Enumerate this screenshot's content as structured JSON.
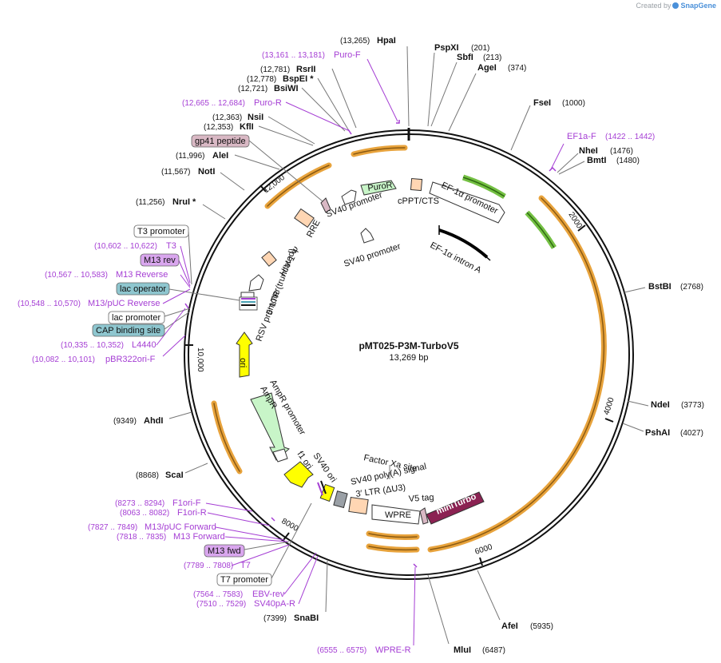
{
  "credit": {
    "prefix": "Created by",
    "brand": "SnapGene"
  },
  "plasmid": {
    "name": "pMT025-P3M-TurboV5",
    "size": "13,269 bp",
    "total_bp": 13269
  },
  "ticks": [
    "2000",
    "4000",
    "6000",
    "8000",
    "10,000",
    "12,000"
  ],
  "enzymes": [
    {
      "name": "HpaI",
      "pos": "(13,265)"
    },
    {
      "name": "PspXI",
      "pos": "(201)"
    },
    {
      "name": "SbfI",
      "pos": "(213)"
    },
    {
      "name": "AgeI",
      "pos": "(374)"
    },
    {
      "name": "FseI",
      "pos": "(1000)"
    },
    {
      "name": "NheI",
      "pos": "(1476)"
    },
    {
      "name": "BmtI",
      "pos": "(1480)"
    },
    {
      "name": "BstBI",
      "pos": "(2768)"
    },
    {
      "name": "NdeI",
      "pos": "(3773)"
    },
    {
      "name": "PshAI",
      "pos": "(4027)"
    },
    {
      "name": "AfeI",
      "pos": "(5935)"
    },
    {
      "name": "MluI",
      "pos": "(6487)"
    },
    {
      "name": "SnaBI",
      "pos": "(7399)"
    },
    {
      "name": "ScaI",
      "pos": "(8868)"
    },
    {
      "name": "AhdI",
      "pos": "(9349)"
    },
    {
      "name": "NruI *",
      "pos": "(11,256)"
    },
    {
      "name": "NotI",
      "pos": "(11,567)"
    },
    {
      "name": "AleI",
      "pos": "(11,996)"
    },
    {
      "name": "KflI",
      "pos": "(12,353)"
    },
    {
      "name": "NsiI",
      "pos": "(12,363)"
    },
    {
      "name": "BsiWI",
      "pos": "(12,721)"
    },
    {
      "name": "BspEI *",
      "pos": "(12,778)"
    },
    {
      "name": "RsrII",
      "pos": "(12,781)"
    }
  ],
  "primers": [
    {
      "name": "Puro-F",
      "pos": "(13,161 .. 13,181)"
    },
    {
      "name": "Puro-R",
      "pos": "(12,665 .. 12,684)"
    },
    {
      "name": "EF1a-F",
      "pos": "(1422 .. 1442)"
    },
    {
      "name": "T3",
      "pos": "(10,602 .. 10,622)"
    },
    {
      "name": "M13 Reverse",
      "pos": "(10,567 .. 10,583)"
    },
    {
      "name": "M13/pUC Reverse",
      "pos": "(10,548 .. 10,570)"
    },
    {
      "name": "L4440",
      "pos": "(10,335 .. 10,352)"
    },
    {
      "name": "pBR322ori-F",
      "pos": "(10,082 .. 10,101)"
    },
    {
      "name": "F1ori-F",
      "pos": "(8273 .. 8294)"
    },
    {
      "name": "F1ori-R",
      "pos": "(8063 .. 8082)"
    },
    {
      "name": "M13/pUC Forward",
      "pos": "(7827 .. 7849)"
    },
    {
      "name": "M13 Forward",
      "pos": "(7818 .. 7835)"
    },
    {
      "name": "T7",
      "pos": "(7789 .. 7808)"
    },
    {
      "name": "EBV-rev",
      "pos": "(7564 .. 7583)"
    },
    {
      "name": "SV40pA-R",
      "pos": "(7510 .. 7529)"
    },
    {
      "name": "WPRE-R",
      "pos": "(6555 .. 6575)"
    }
  ],
  "boxed_labels": [
    {
      "text": "gp41 peptide",
      "color": "#d9b8c4"
    },
    {
      "text": "T3 promoter",
      "color": "#ffffff"
    },
    {
      "text": "M13 rev",
      "color": "#d9a6ee"
    },
    {
      "text": "lac operator",
      "color": "#8ec6cf"
    },
    {
      "text": "lac promoter",
      "color": "#ffffff"
    },
    {
      "text": "CAP binding site",
      "color": "#8ec6cf"
    },
    {
      "text": "M13 fwd",
      "color": "#d9a6ee"
    },
    {
      "text": "T7 promoter",
      "color": "#ffffff"
    }
  ],
  "features": [
    {
      "label": "PuroR"
    },
    {
      "label": "cPPT/CTS"
    },
    {
      "label": "SV40 promoter"
    },
    {
      "label": "EF-1α promoter"
    },
    {
      "label": "EF-1α intron A"
    },
    {
      "label": "SV40 promoter"
    },
    {
      "label": "RRE"
    },
    {
      "label": "HIV-1 Ψ"
    },
    {
      "label": "RSV promoter"
    },
    {
      "label": "5′ LTR (truncated)"
    },
    {
      "label": "ori"
    },
    {
      "label": "AmpR promoter"
    },
    {
      "label": "AmpR"
    },
    {
      "label": "f1 ori"
    },
    {
      "label": "SV40 ori"
    },
    {
      "label": "Factor Xa site"
    },
    {
      "label": "SV40 poly(A) signal"
    },
    {
      "label": "3′ LTR (ΔU3)"
    },
    {
      "label": "V5 tag"
    },
    {
      "label": "WPRE"
    },
    {
      "label": "miniTurbo"
    }
  ],
  "colors": {
    "backbone": "#111111",
    "primer": "#a53ed4",
    "orf_orange": "#e8a33c",
    "orf_green": "#74c043",
    "puro": "#c8f5c8",
    "ori_yellow": "#ffff00",
    "cppt": "#ffd6b3",
    "miniturbo": "#8b2252",
    "grey": "#9aa0a6"
  }
}
